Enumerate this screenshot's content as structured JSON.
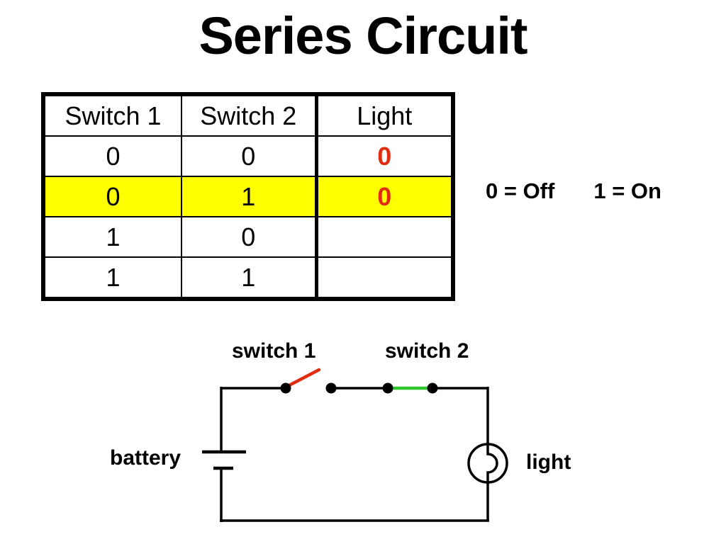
{
  "title": "Series Circuit",
  "colors": {
    "red": "#e02d0f",
    "green": "#2fc52f",
    "highlight": "#ffff00",
    "ink": "#000000"
  },
  "truth_table": {
    "headers": [
      "Switch 1",
      "Switch 2",
      "Light"
    ],
    "rows": [
      {
        "switch1": "0",
        "switch2": "0",
        "light": "0",
        "highlight": false
      },
      {
        "switch1": "0",
        "switch2": "1",
        "light": "0",
        "highlight": true
      },
      {
        "switch1": "1",
        "switch2": "0",
        "light": "",
        "highlight": false
      },
      {
        "switch1": "1",
        "switch2": "1",
        "light": "",
        "highlight": false
      }
    ],
    "light_value_color": "#e02d0f"
  },
  "legend": {
    "off": "0 = Off",
    "on": "1 = On"
  },
  "circuit": {
    "labels": {
      "switch1": "switch 1",
      "switch2": "switch 2",
      "battery": "battery",
      "light": "light"
    },
    "switch1_state": "open",
    "switch2_state": "closed"
  }
}
